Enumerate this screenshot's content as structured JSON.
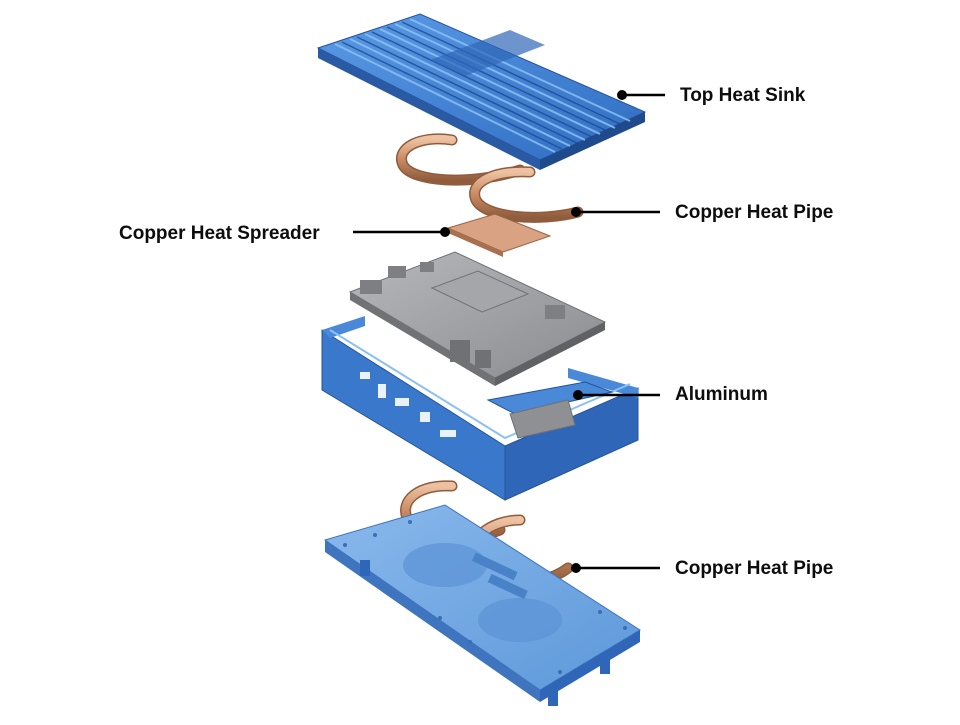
{
  "labels": {
    "top_heat_sink": "Top Heat Sink",
    "copper_heat_pipe_upper": "Copper Heat Pipe",
    "copper_heat_spreader": "Copper Heat Spreader",
    "aluminum": "Aluminum",
    "copper_heat_pipe_lower": "Copper Heat Pipe"
  },
  "colors": {
    "aluminum_blue": "#3f7fd4",
    "aluminum_light": "#6fa6e6",
    "aluminum_dark": "#2a5aa3",
    "copper": "#c98a62",
    "copper_light": "#e3b08e",
    "board_gray": "#9a9c9f",
    "leader_line": "#000000"
  },
  "icons": [
    "top-heat-sink-part",
    "copper-heat-pipe-part",
    "copper-heat-spreader-part",
    "motherboard-part",
    "aluminum-frame-part",
    "bottom-plate-part"
  ]
}
